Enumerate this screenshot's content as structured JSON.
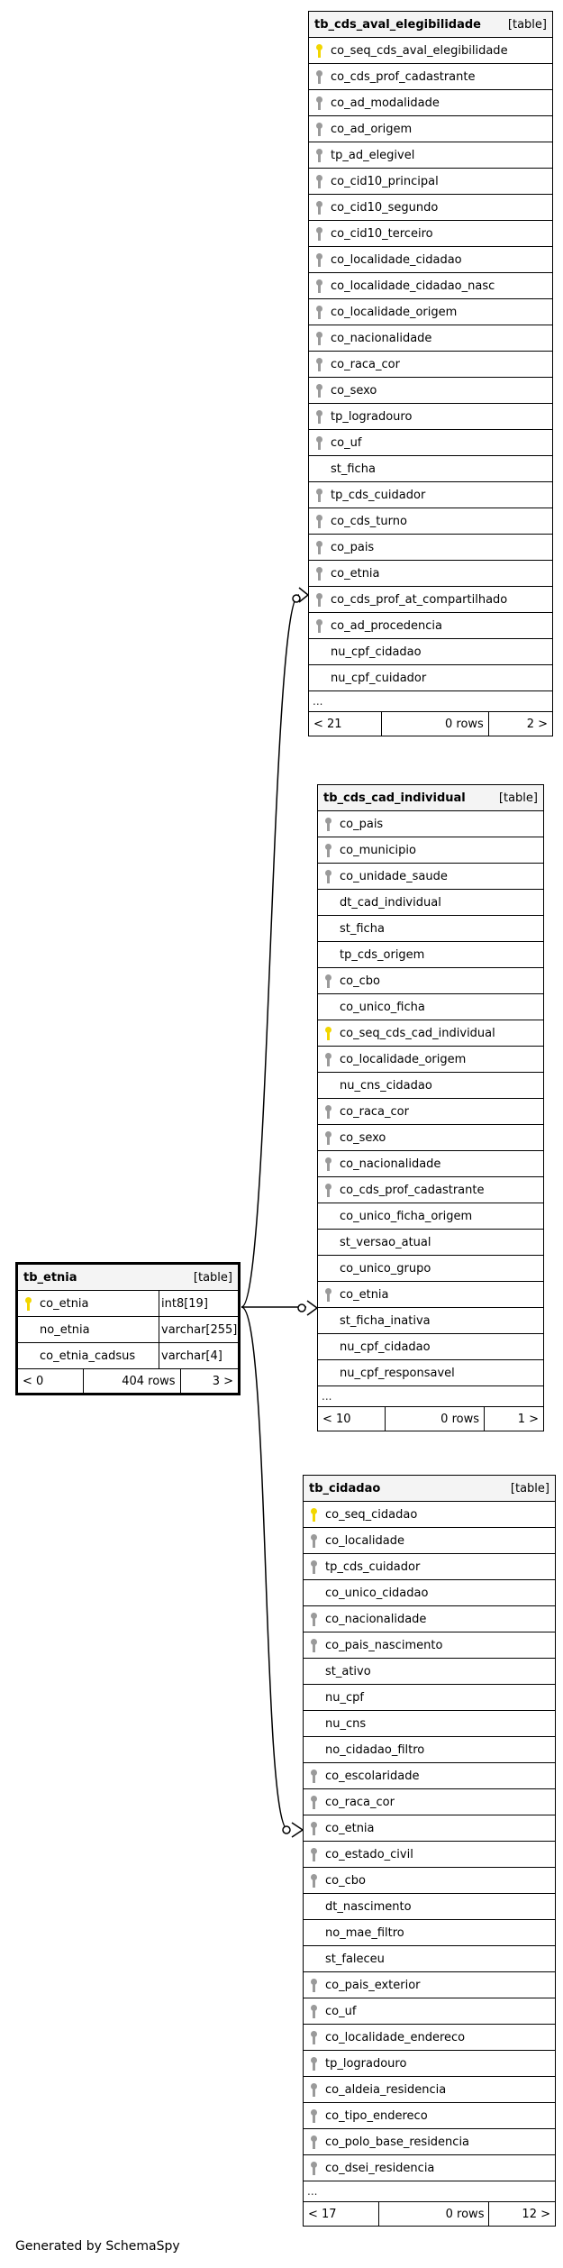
{
  "colors": {
    "primary_key": "#f2d600",
    "foreign_key": "#9a9a9a",
    "header_bg": "#f4f4f4"
  },
  "tables": [
    {
      "id": "aval",
      "name": "tb_cds_aval_elegibilidade",
      "kind": "[table]",
      "rows": [
        {
          "name": "co_seq_cds_aval_elegibilidade",
          "key": "pk"
        },
        {
          "name": "co_cds_prof_cadastrante",
          "key": "fk"
        },
        {
          "name": "co_ad_modalidade",
          "key": "fk"
        },
        {
          "name": "co_ad_origem",
          "key": "fk"
        },
        {
          "name": "tp_ad_elegivel",
          "key": "fk"
        },
        {
          "name": "co_cid10_principal",
          "key": "fk"
        },
        {
          "name": "co_cid10_segundo",
          "key": "fk"
        },
        {
          "name": "co_cid10_terceiro",
          "key": "fk"
        },
        {
          "name": "co_localidade_cidadao",
          "key": "fk"
        },
        {
          "name": "co_localidade_cidadao_nasc",
          "key": "fk"
        },
        {
          "name": "co_localidade_origem",
          "key": "fk"
        },
        {
          "name": "co_nacionalidade",
          "key": "fk"
        },
        {
          "name": "co_raca_cor",
          "key": "fk"
        },
        {
          "name": "co_sexo",
          "key": "fk"
        },
        {
          "name": "tp_logradouro",
          "key": "fk"
        },
        {
          "name": "co_uf",
          "key": "fk"
        },
        {
          "name": "st_ficha",
          "key": ""
        },
        {
          "name": "tp_cds_cuidador",
          "key": "fk"
        },
        {
          "name": "co_cds_turno",
          "key": "fk"
        },
        {
          "name": "co_pais",
          "key": "fk"
        },
        {
          "name": "co_etnia",
          "key": "fk"
        },
        {
          "name": "co_cds_prof_at_compartilhado",
          "key": "fk"
        },
        {
          "name": "co_ad_procedencia",
          "key": "fk"
        },
        {
          "name": "nu_cpf_cidadao",
          "key": ""
        },
        {
          "name": "nu_cpf_cuidador",
          "key": ""
        }
      ],
      "ellipsis": "...",
      "footer": [
        "< 21",
        "0 rows",
        "2 >"
      ]
    },
    {
      "id": "cad",
      "name": "tb_cds_cad_individual",
      "kind": "[table]",
      "rows": [
        {
          "name": "co_pais",
          "key": "fk"
        },
        {
          "name": "co_municipio",
          "key": "fk"
        },
        {
          "name": "co_unidade_saude",
          "key": "fk"
        },
        {
          "name": "dt_cad_individual",
          "key": ""
        },
        {
          "name": "st_ficha",
          "key": ""
        },
        {
          "name": "tp_cds_origem",
          "key": ""
        },
        {
          "name": "co_cbo",
          "key": "fk"
        },
        {
          "name": "co_unico_ficha",
          "key": ""
        },
        {
          "name": "co_seq_cds_cad_individual",
          "key": "pk"
        },
        {
          "name": "co_localidade_origem",
          "key": "fk"
        },
        {
          "name": "nu_cns_cidadao",
          "key": ""
        },
        {
          "name": "co_raca_cor",
          "key": "fk"
        },
        {
          "name": "co_sexo",
          "key": "fk"
        },
        {
          "name": "co_nacionalidade",
          "key": "fk"
        },
        {
          "name": "co_cds_prof_cadastrante",
          "key": "fk"
        },
        {
          "name": "co_unico_ficha_origem",
          "key": ""
        },
        {
          "name": "st_versao_atual",
          "key": ""
        },
        {
          "name": "co_unico_grupo",
          "key": ""
        },
        {
          "name": "co_etnia",
          "key": "fk"
        },
        {
          "name": "st_ficha_inativa",
          "key": ""
        },
        {
          "name": "nu_cpf_cidadao",
          "key": ""
        },
        {
          "name": "nu_cpf_responsavel",
          "key": ""
        }
      ],
      "ellipsis": "...",
      "footer": [
        "< 10",
        "0 rows",
        "1 >"
      ]
    },
    {
      "id": "etnia",
      "name": "tb_etnia",
      "kind": "[table]",
      "rows": [
        {
          "name": "co_etnia",
          "key": "pk",
          "type": "int8[19]"
        },
        {
          "name": "no_etnia",
          "key": "",
          "type": "varchar[255]"
        },
        {
          "name": "co_etnia_cadsus",
          "key": "",
          "type": "varchar[4]"
        }
      ],
      "footer": [
        "< 0",
        "404 rows",
        "3 >"
      ]
    },
    {
      "id": "cid",
      "name": "tb_cidadao",
      "kind": "[table]",
      "rows": [
        {
          "name": "co_seq_cidadao",
          "key": "pk"
        },
        {
          "name": "co_localidade",
          "key": "fk"
        },
        {
          "name": "tp_cds_cuidador",
          "key": "fk"
        },
        {
          "name": "co_unico_cidadao",
          "key": ""
        },
        {
          "name": "co_nacionalidade",
          "key": "fk"
        },
        {
          "name": "co_pais_nascimento",
          "key": "fk"
        },
        {
          "name": "st_ativo",
          "key": ""
        },
        {
          "name": "nu_cpf",
          "key": ""
        },
        {
          "name": "nu_cns",
          "key": ""
        },
        {
          "name": "no_cidadao_filtro",
          "key": ""
        },
        {
          "name": "co_escolaridade",
          "key": "fk"
        },
        {
          "name": "co_raca_cor",
          "key": "fk"
        },
        {
          "name": "co_etnia",
          "key": "fk"
        },
        {
          "name": "co_estado_civil",
          "key": "fk"
        },
        {
          "name": "co_cbo",
          "key": "fk"
        },
        {
          "name": "dt_nascimento",
          "key": ""
        },
        {
          "name": "no_mae_filtro",
          "key": ""
        },
        {
          "name": "st_faleceu",
          "key": ""
        },
        {
          "name": "co_pais_exterior",
          "key": "fk"
        },
        {
          "name": "co_uf",
          "key": "fk"
        },
        {
          "name": "co_localidade_endereco",
          "key": "fk"
        },
        {
          "name": "tp_logradouro",
          "key": "fk"
        },
        {
          "name": "co_aldeia_residencia",
          "key": "fk"
        },
        {
          "name": "co_tipo_endereco",
          "key": "fk"
        },
        {
          "name": "co_polo_base_residencia",
          "key": "fk"
        },
        {
          "name": "co_dsei_residencia",
          "key": "fk"
        }
      ],
      "ellipsis": "...",
      "footer": [
        "< 17",
        "0 rows",
        "12 >"
      ]
    }
  ],
  "generated_by": "Generated by SchemaSpy"
}
